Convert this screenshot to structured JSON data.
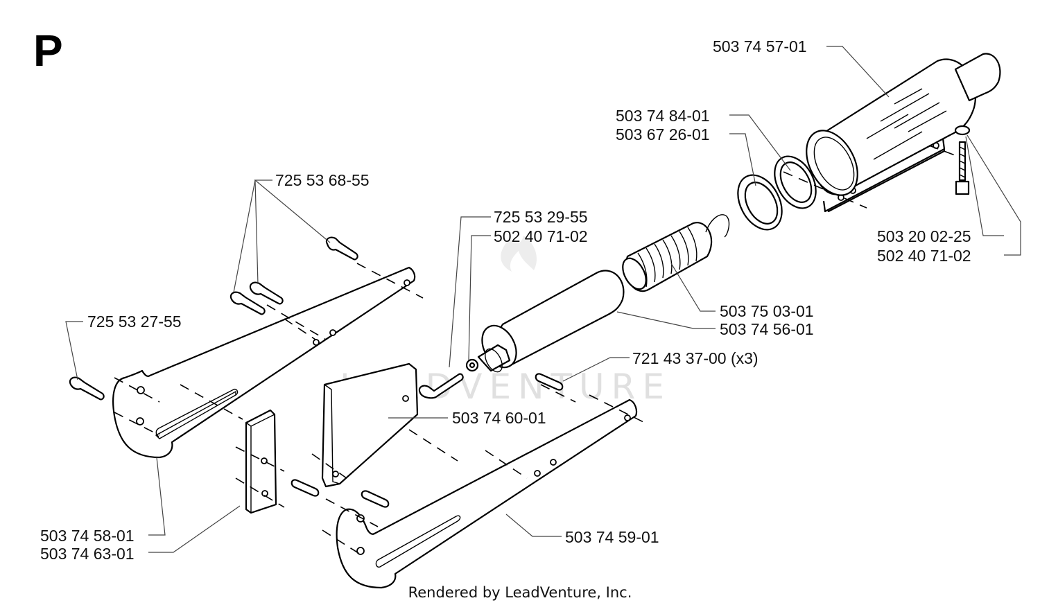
{
  "section_letter": "P",
  "watermark": "LEADVENTURE",
  "credit": "Rendered by LeadVenture, Inc.",
  "callouts": [
    {
      "id": "c1",
      "label": "503 74 57-01"
    },
    {
      "id": "c2",
      "label": "503 74 84-01"
    },
    {
      "id": "c3",
      "label": "503 67 26-01"
    },
    {
      "id": "c4",
      "label": "725 53 68-55"
    },
    {
      "id": "c5",
      "label": "725 53 29-55"
    },
    {
      "id": "c6",
      "label": "502 40 71-02"
    },
    {
      "id": "c7",
      "label": "503 20 02-25"
    },
    {
      "id": "c8",
      "label": "502 40 71-02"
    },
    {
      "id": "c9",
      "label": "725 53 27-55"
    },
    {
      "id": "c10",
      "label": "503 75 03-01"
    },
    {
      "id": "c11",
      "label": "503 74 56-01"
    },
    {
      "id": "c12",
      "label": "721 43 37-00 (x3)"
    },
    {
      "id": "c13",
      "label": "503 74 60-01"
    },
    {
      "id": "c14",
      "label": "503 74 58-01"
    },
    {
      "id": "c15",
      "label": "503 74 63-01"
    },
    {
      "id": "c16",
      "label": "503 74 59-01"
    }
  ]
}
